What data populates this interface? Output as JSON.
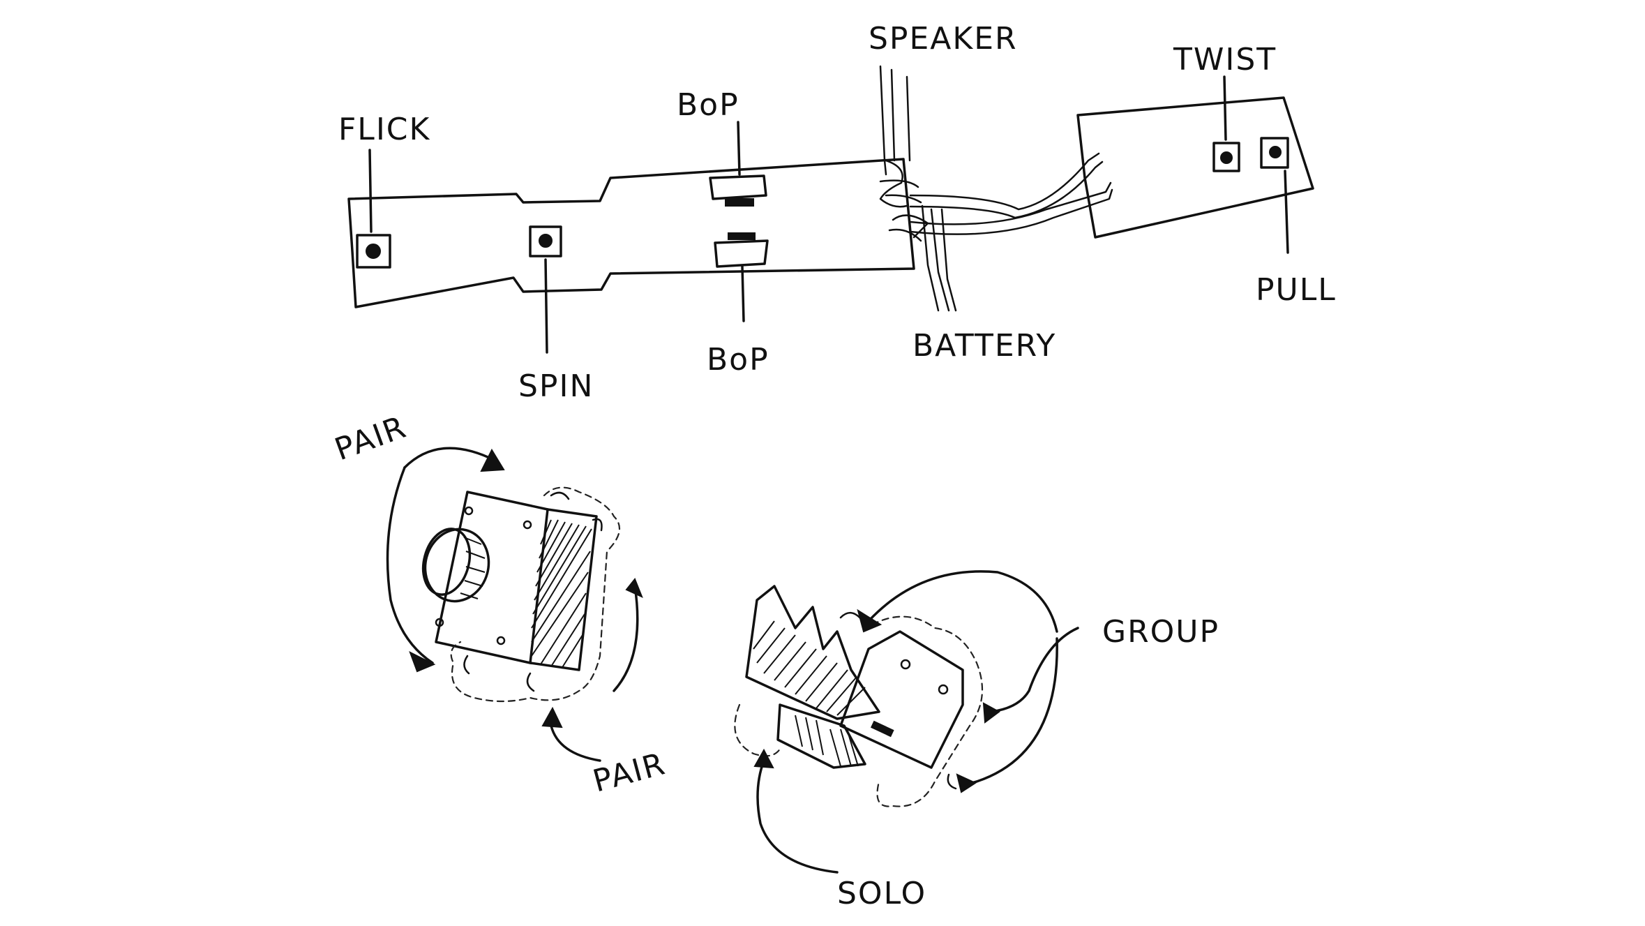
{
  "labels": {
    "flick": "FLICK",
    "spin": "SPIN",
    "bop_top": "BoP",
    "bop_bottom": "BoP",
    "speaker": "SPEAKER",
    "battery": "BATTERY",
    "twist": "TWIST",
    "pull": "PULL",
    "pair_top": "PAIR",
    "pair_bottom": "PAIR",
    "group": "GROUP",
    "solo": "SOLO"
  },
  "colors": {
    "ink": "#111111",
    "paper": "#ffffff"
  }
}
